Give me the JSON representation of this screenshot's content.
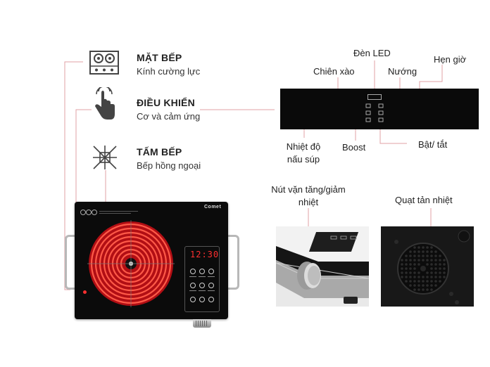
{
  "features": [
    {
      "title": "MẶT BẾP",
      "subtitle": "Kính cường lực",
      "icon": "cooktop-surface-icon"
    },
    {
      "title": "ĐIỀU KHIỂN",
      "subtitle": "Cơ và cảm ứng",
      "icon": "touch-hand-icon"
    },
    {
      "title": "TẤM BẾP",
      "subtitle": "Bếp hồng ngoại",
      "icon": "infrared-heat-icon"
    }
  ],
  "panel_labels": {
    "led": "Đèn LED",
    "fry": "Chiên xào",
    "grill": "Nướng",
    "timer": "Hẹn giờ",
    "soup_line1": "Nhiệt độ",
    "soup_line2": "nấu súp",
    "boost": "Boost",
    "power": "Bật/ tắt"
  },
  "knob_label_line1": "Nút vặn tăng/giảm",
  "knob_label_line2": "nhiệt",
  "fan_label": "Quạt tản nhiệt",
  "product": {
    "brand": "Comet",
    "display_time": "12:30"
  },
  "colors": {
    "leader_line": "#e0a0a6",
    "glass": "#0a0a0a",
    "coil": "#d8181c",
    "display": "#ff3030"
  }
}
